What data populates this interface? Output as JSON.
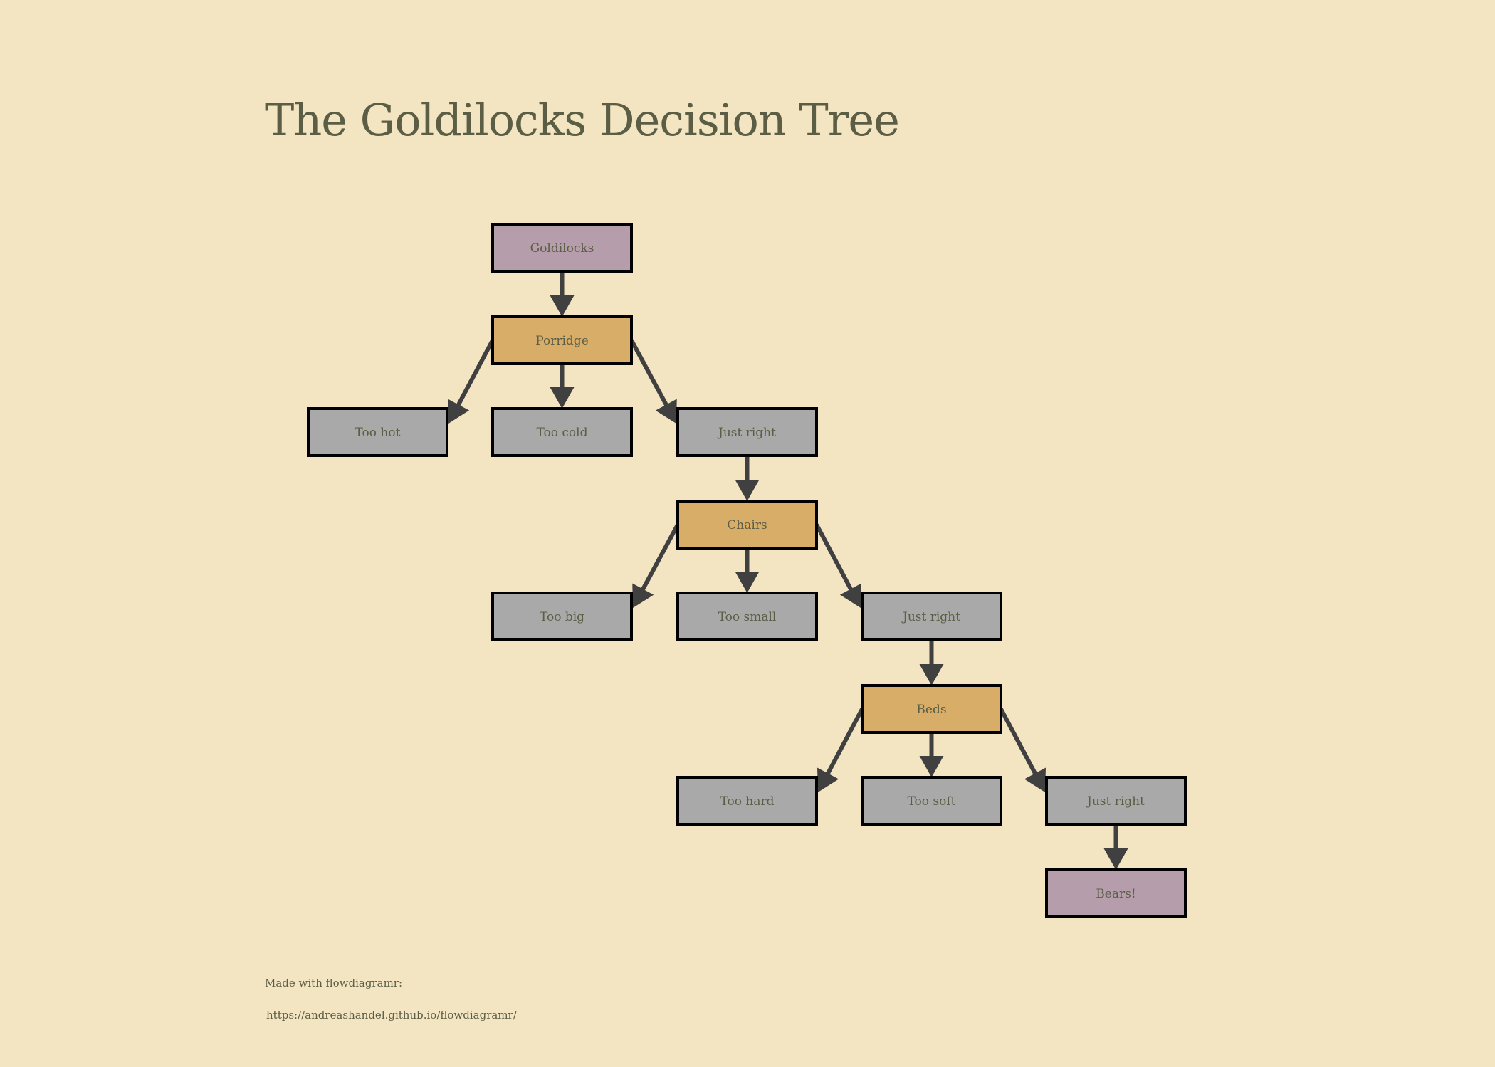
{
  "title": "The Goldilocks Decision Tree",
  "colors": {
    "background": "#F3E5C2",
    "text": "#5B5E45",
    "start_end_fill": "#B59DAC",
    "decision_fill": "#D8AD68",
    "option_fill": "#A9A9A9",
    "border": "#000000",
    "arrow": "#404040"
  },
  "nodes": [
    {
      "id": "goldilocks",
      "label": "Goldilocks",
      "kind": "start_end"
    },
    {
      "id": "porridge",
      "label": "Porridge",
      "kind": "decision"
    },
    {
      "id": "too-hot",
      "label": "Too hot",
      "kind": "option"
    },
    {
      "id": "too-cold",
      "label": "Too cold",
      "kind": "option"
    },
    {
      "id": "just-right-1",
      "label": "Just right",
      "kind": "option"
    },
    {
      "id": "chairs",
      "label": "Chairs",
      "kind": "decision"
    },
    {
      "id": "too-big",
      "label": "Too big",
      "kind": "option"
    },
    {
      "id": "too-small",
      "label": "Too small",
      "kind": "option"
    },
    {
      "id": "just-right-2",
      "label": "Just right",
      "kind": "option"
    },
    {
      "id": "beds",
      "label": "Beds",
      "kind": "decision"
    },
    {
      "id": "too-hard",
      "label": "Too hard",
      "kind": "option"
    },
    {
      "id": "too-soft",
      "label": "Too soft",
      "kind": "option"
    },
    {
      "id": "just-right-3",
      "label": "Just right",
      "kind": "option"
    },
    {
      "id": "bears",
      "label": "Bears!",
      "kind": "start_end"
    }
  ],
  "edges": [
    {
      "from": "goldilocks",
      "to": "porridge"
    },
    {
      "from": "porridge",
      "to": "too-hot"
    },
    {
      "from": "porridge",
      "to": "too-cold"
    },
    {
      "from": "porridge",
      "to": "just-right-1"
    },
    {
      "from": "just-right-1",
      "to": "chairs"
    },
    {
      "from": "chairs",
      "to": "too-big"
    },
    {
      "from": "chairs",
      "to": "too-small"
    },
    {
      "from": "chairs",
      "to": "just-right-2"
    },
    {
      "from": "just-right-2",
      "to": "beds"
    },
    {
      "from": "beds",
      "to": "too-hard"
    },
    {
      "from": "beds",
      "to": "too-soft"
    },
    {
      "from": "beds",
      "to": "just-right-3"
    },
    {
      "from": "just-right-3",
      "to": "bears"
    }
  ],
  "footer": {
    "line1": "Made with flowdiagramr:",
    "line2": "https://andreashandel.github.io/flowdiagramr/"
  }
}
